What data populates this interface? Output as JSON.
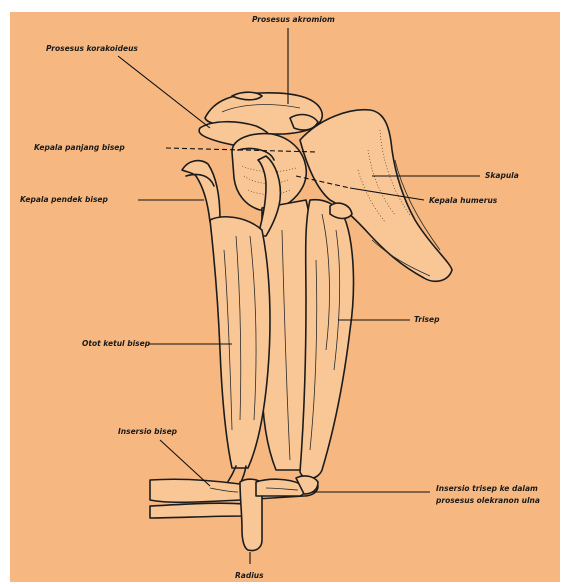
{
  "labels": {
    "prosesus_akromiom": "Prosesus akromiom",
    "prosesus_korakoideus": "Prosesus korakoideus",
    "kepala_panjang_bisep": "Kepala panjang bisep",
    "skapula": "Skapula",
    "kepala_pendek_bisep": "Kepala pendek bisep",
    "kepala_humerus": "Kepala humerus",
    "trisep": "Trisep",
    "otot_ketul_bisep": "Otot ketul bisep",
    "insersio_bisep": "Insersio bisep",
    "insersio_trisep_line1": "Insersio trisep ke dalam",
    "insersio_trisep_line2": "prosesus olekranon ulna",
    "radius": "Radius"
  },
  "colors": {
    "background": "#f6b880",
    "ink": "#1c1c1c"
  }
}
